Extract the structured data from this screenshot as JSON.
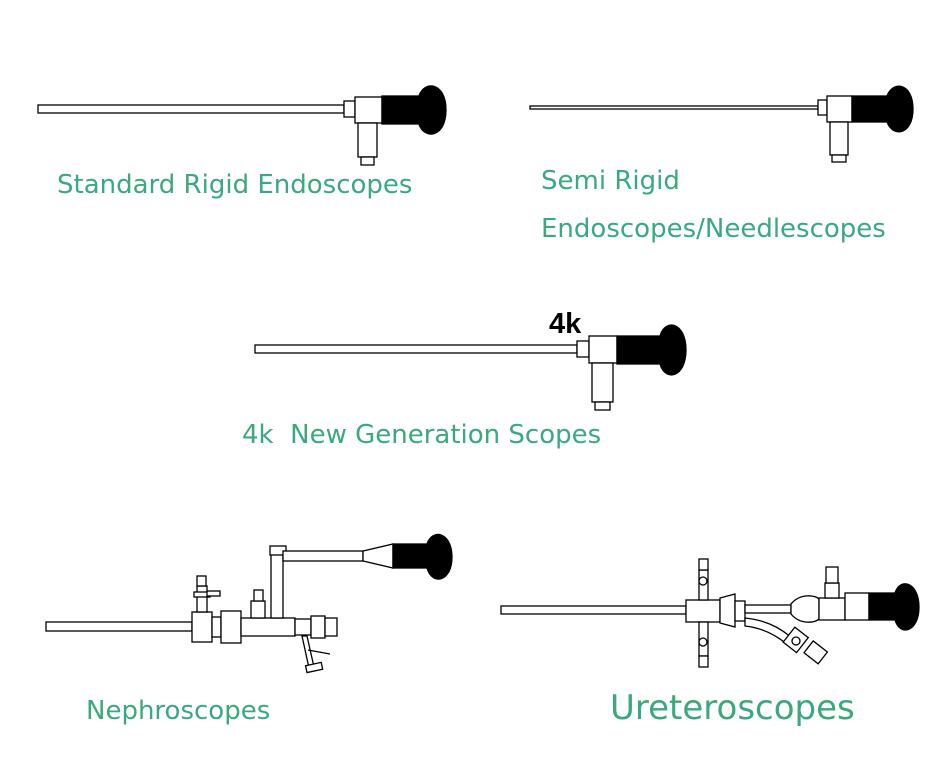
{
  "colors": {
    "caption": "#3aaa7c",
    "outline": "#000000",
    "fill": "#ffffff",
    "eyepiece": "#000000"
  },
  "instruments": [
    {
      "id": "standard-rigid",
      "caption_lines": [
        "Standard Rigid Endoscopes"
      ]
    },
    {
      "id": "semi-rigid",
      "caption_lines": [
        "Semi Rigid",
        "Endoscopes/Needlescopes"
      ]
    },
    {
      "id": "new-generation",
      "badge": "4k",
      "caption_lines": [
        "4k  New Generation Scopes"
      ]
    },
    {
      "id": "nephroscope",
      "caption_lines": [
        "Nephroscopes"
      ]
    },
    {
      "id": "ureteroscope",
      "caption_lines": [
        "Ureteroscopes"
      ]
    }
  ]
}
